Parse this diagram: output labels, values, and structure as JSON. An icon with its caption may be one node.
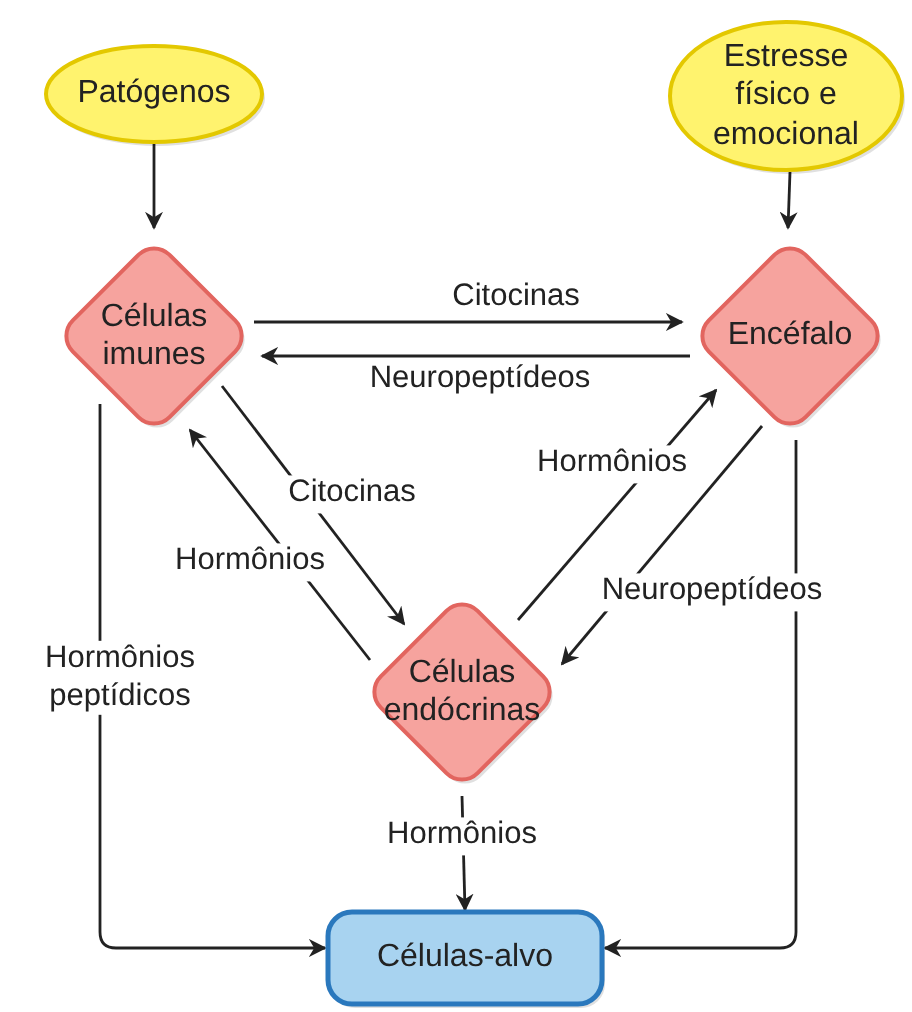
{
  "diagram": {
    "nodes": [
      {
        "text": [
          "Patógenos"
        ]
      },
      {
        "text": [
          "Estresse físico e emocional"
        ]
      },
      {
        "text": [
          "Células imunes"
        ]
      },
      {
        "text": [
          "Encéfalo"
        ]
      },
      {
        "text": [
          "Células endócrinas"
        ]
      },
      {
        "text": [
          "Células-alvo"
        ]
      }
    ],
    "edges": [
      {
        "from": 0,
        "to": 2,
        "arrow": "to"
      },
      {
        "from": 1,
        "to": 3,
        "arrow": "to"
      },
      {
        "from": 2,
        "to": 3,
        "arrow": "to",
        "label": "Citocinas"
      },
      {
        "from": 3,
        "to": 2,
        "arrow": "to",
        "label": "Neuropeptídeos"
      },
      {
        "from": 2,
        "to": 4,
        "arrow": "to",
        "label": "Citocinas"
      },
      {
        "from": 4,
        "to": 2,
        "arrow": "to",
        "label": "Hormônios"
      },
      {
        "from": 4,
        "to": 3,
        "arrow": "to",
        "label": "Hormônios"
      },
      {
        "from": 3,
        "to": 4,
        "arrow": "to",
        "label": "Neuropeptídeos"
      },
      {
        "from": 2,
        "to": 5,
        "arrow": "to",
        "label": "Hormônios peptídicos"
      },
      {
        "from": 4,
        "to": 5,
        "arrow": "to",
        "label": "Hormônios"
      },
      {
        "from": 3,
        "to": 5,
        "arrow": "to"
      }
    ]
  }
}
